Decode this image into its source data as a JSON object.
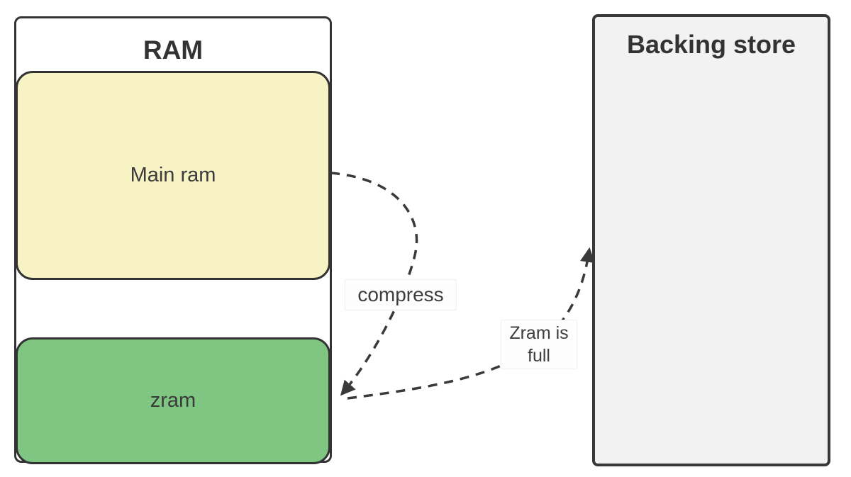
{
  "diagram": {
    "ram": {
      "title": "RAM",
      "main_ram_label": "Main ram",
      "zram_label": "zram"
    },
    "backing_store": {
      "title": "Backing store"
    },
    "arrows": {
      "compress_label": "compress",
      "zram_full_label": "Zram is full"
    },
    "colors": {
      "main_ram_fill": "#f8f3c5",
      "zram_fill": "#7fc682",
      "backing_store_fill": "#f2f2f2",
      "box_border": "#333333",
      "arrow": "#3a3a3a"
    }
  }
}
